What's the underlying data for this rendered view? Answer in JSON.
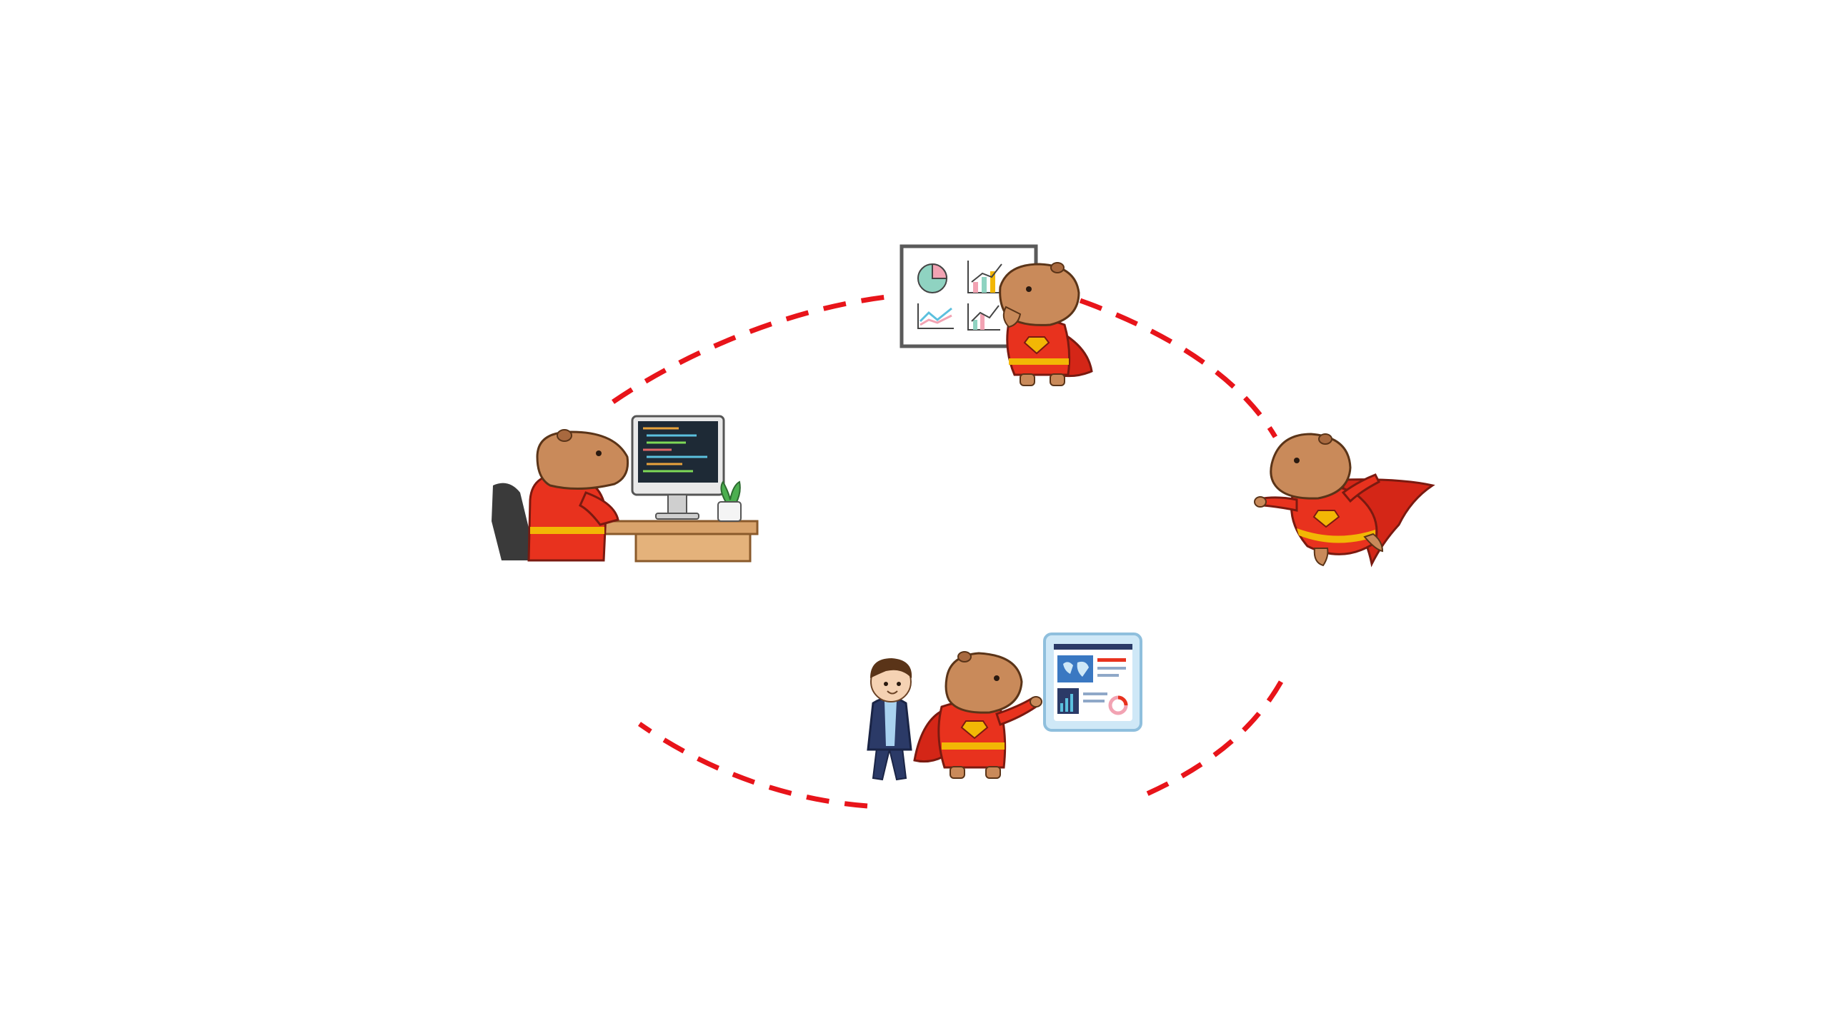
{
  "colors": {
    "background": "#ffffff",
    "cycle_arrow": "#e8141a",
    "fur": "#c98a5a",
    "fur_dark": "#a8693f",
    "suit": "#e8321e",
    "suit_dark": "#b8200f",
    "belt": "#f2b705",
    "cape": "#d42617",
    "desk": "#d9a36b",
    "screen": "#1e2a36",
    "plant": "#4caf50",
    "board_frame": "#5a5a5a",
    "dashboard": "#cfe8f7",
    "person_jacket": "#2b3a67",
    "person_hair": "#5a3418"
  },
  "stages": [
    {
      "id": "coding",
      "illustration": "capybara-hero-at-computer-desk"
    },
    {
      "id": "analysis",
      "illustration": "capybara-hero-presenting-charts-board"
    },
    {
      "id": "flight",
      "illustration": "capybara-hero-flying-with-cape"
    },
    {
      "id": "delivery",
      "illustration": "capybara-hero-showing-dashboard-to-client"
    }
  ]
}
